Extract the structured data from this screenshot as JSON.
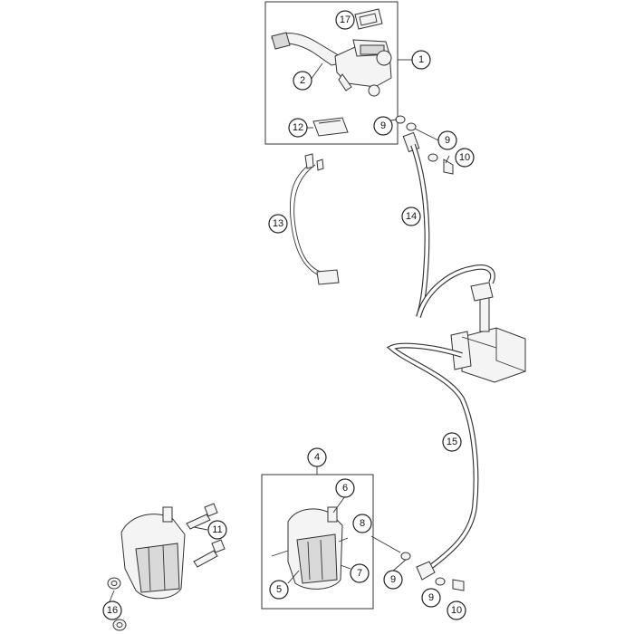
{
  "callouts": {
    "c1": "1",
    "c2": "2",
    "c4": "4",
    "c5": "5",
    "c6": "6",
    "c7": "7",
    "c8": "8",
    "c9a": "9",
    "c9b": "9",
    "c9c": "9",
    "c9d": "9",
    "c10a": "10",
    "c10b": "10",
    "c11": "11",
    "c12": "12",
    "c13": "13",
    "c14": "14",
    "c15": "15",
    "c16": "16",
    "c17": "17"
  }
}
